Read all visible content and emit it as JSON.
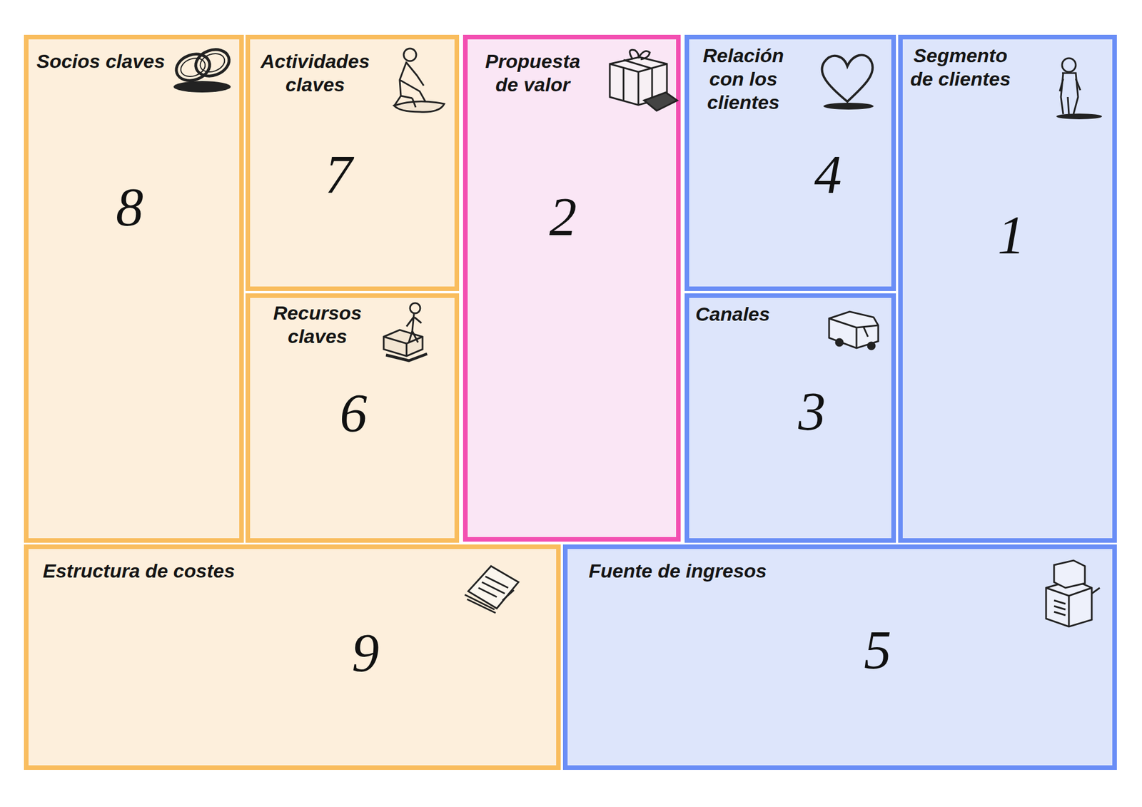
{
  "diagram": {
    "nodes": [
      {
        "text": [
          "Socios claves",
          "8"
        ]
      },
      {
        "text": [
          "Actividades claves",
          "7"
        ]
      },
      {
        "text": [
          "Recursos claves",
          "6"
        ]
      },
      {
        "text": [
          "Propuesta de valor",
          "2"
        ]
      },
      {
        "text": [
          "Relación con los clientes",
          "4"
        ]
      },
      {
        "text": [
          "Canales",
          "3"
        ]
      },
      {
        "text": [
          "Segmento de clientes",
          "1"
        ]
      },
      {
        "text": [
          "Estructura de costes",
          "9"
        ]
      },
      {
        "text": [
          "Fuente de ingresos",
          "5"
        ]
      }
    ]
  }
}
